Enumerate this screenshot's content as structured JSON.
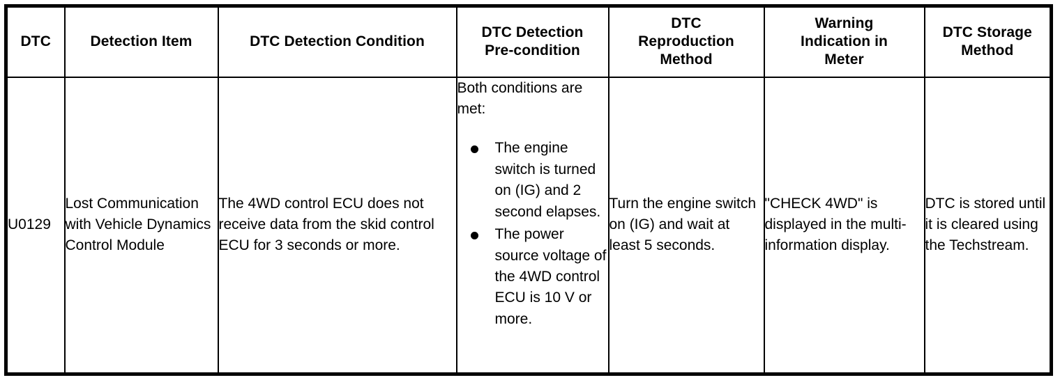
{
  "table": {
    "columns": [
      {
        "key": "dtc",
        "label_lines": [
          "DTC"
        ]
      },
      {
        "key": "item",
        "label_lines": [
          "Detection Item"
        ]
      },
      {
        "key": "condition",
        "label_lines": [
          "DTC Detection Condition"
        ]
      },
      {
        "key": "precond",
        "label_lines": [
          "DTC Detection",
          "Pre-condition"
        ]
      },
      {
        "key": "repro",
        "label_lines": [
          "DTC",
          "Reproduction",
          "Method"
        ]
      },
      {
        "key": "warning",
        "label_lines": [
          "Warning",
          "Indication in",
          "Meter"
        ]
      },
      {
        "key": "storage",
        "label_lines": [
          "DTC Storage",
          "Method"
        ]
      }
    ],
    "rows": [
      {
        "dtc": "U0129",
        "item": "Lost Communication with Vehicle Dynamics Control Module",
        "condition": "The 4WD control ECU does not receive data from the skid control ECU for 3 seconds or more.",
        "precond_intro": "Both conditions are met:",
        "precond_bullets": [
          "The engine switch is turned on (IG) and 2 second elapses.",
          "The power source voltage of the 4WD control ECU is 10 V or more."
        ],
        "repro": "Turn the engine switch on (IG) and wait at least 5 seconds.",
        "warning": "\"CHECK 4WD\" is displayed in the multi-information display.",
        "storage": "DTC is stored until it is cleared using the Techstream."
      }
    ]
  },
  "colors": {
    "border": "#000000",
    "text": "#000000",
    "background": "#ffffff"
  }
}
